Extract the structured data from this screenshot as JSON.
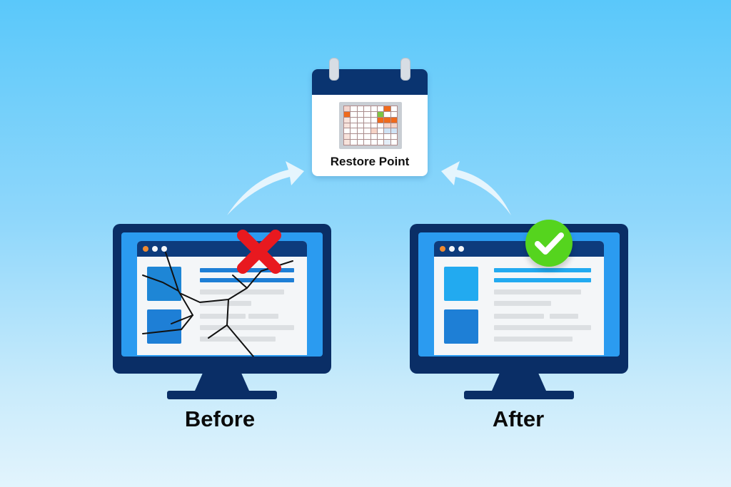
{
  "restore_point": {
    "label": "Restore Point",
    "icon": "calendar-icon",
    "header_color": "#0a3470"
  },
  "before": {
    "label": "Before",
    "status_icon": "red-x-icon",
    "status_color": "#e8191f",
    "state": "broken / cracked screen"
  },
  "after": {
    "label": "After",
    "status_icon": "green-checkmark-icon",
    "status_color": "#55d41e",
    "state": "restored"
  },
  "arrows": [
    {
      "from": "before",
      "to": "restore_point"
    },
    {
      "from": "after",
      "to": "restore_point"
    }
  ],
  "colors": {
    "monitor_frame": "#0a2e66",
    "screen": "#2b9bf0",
    "background_top": "#5ac8fa",
    "background_bottom": "#e2f4fd"
  }
}
